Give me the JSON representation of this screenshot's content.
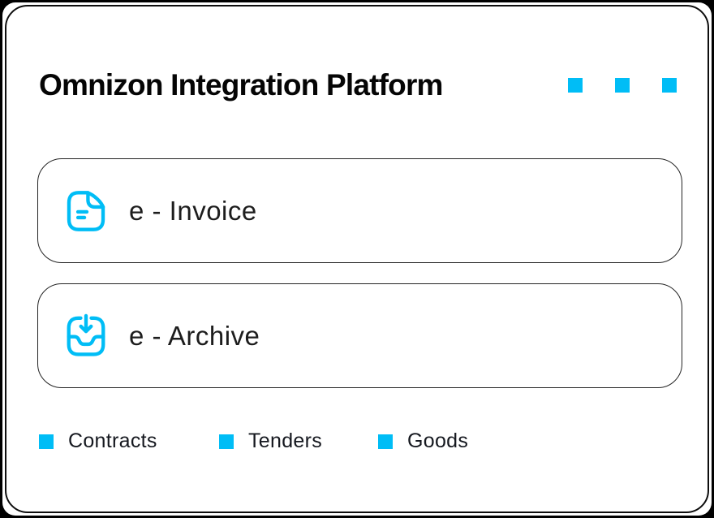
{
  "brand": {
    "accent": "#00BDF6",
    "background": "#000000",
    "card_background": "#FFFFFF",
    "card_border": "#0E0E0E"
  },
  "header": {
    "title": "Omnizon Integration Platform",
    "decor_square_count": 3
  },
  "menu_items": [
    {
      "label": "e - Invoice",
      "icon": "document-file-icon"
    },
    {
      "label": "e - Archive",
      "icon": "inbox-download-icon"
    }
  ],
  "footer_items": [
    {
      "label": "Contracts"
    },
    {
      "label": "Tenders"
    },
    {
      "label": "Goods"
    }
  ]
}
